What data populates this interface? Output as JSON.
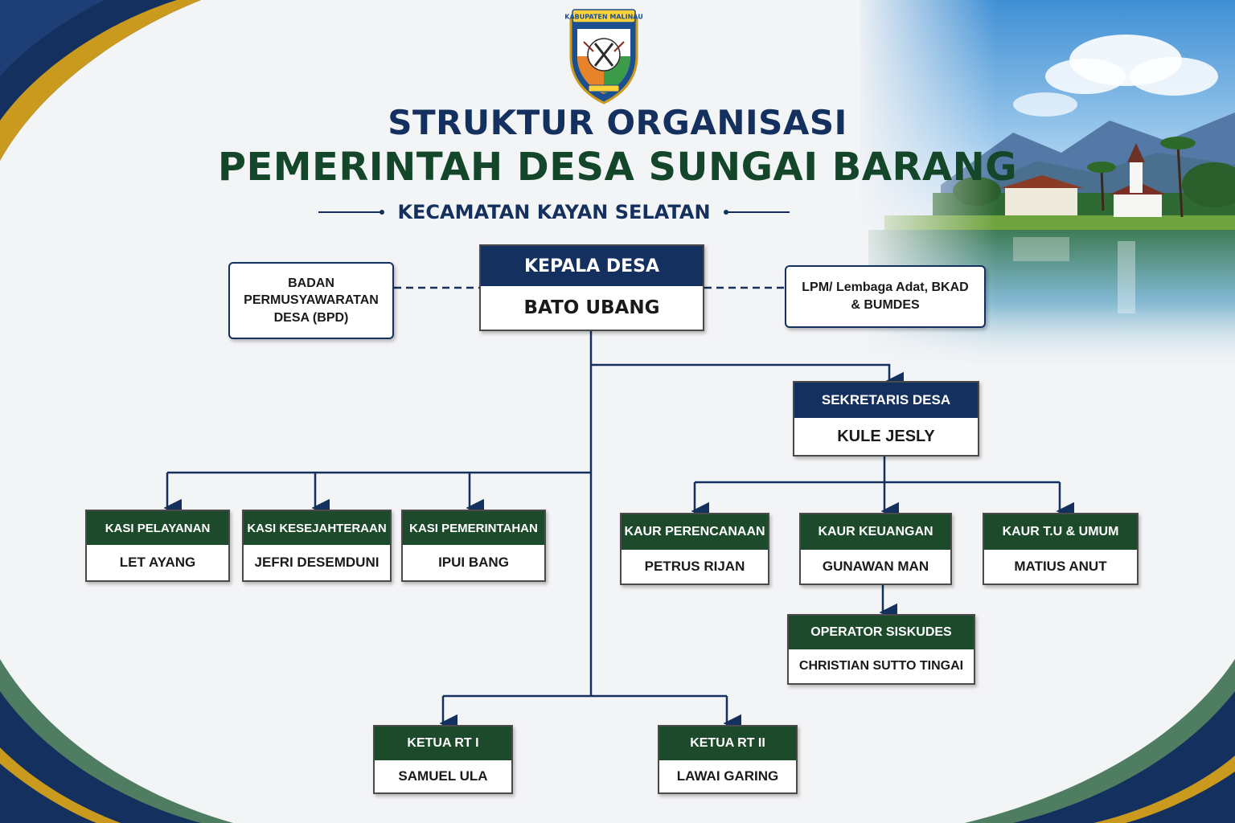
{
  "header": {
    "title_line1": "STRUKTUR ORGANISASI",
    "title_line2": "PEMERINTAH DESA SUNGAI BARANG",
    "subtitle": "KECAMATAN KAYAN SELATAN"
  },
  "logo": {
    "banner_text": "KABUPATEN MALINAU",
    "icon": "regency-coat-of-arms"
  },
  "colors": {
    "navy": "#14305e",
    "dark_green": "#1c4a2a",
    "gold": "#c99a1e"
  },
  "org": {
    "kepala": {
      "title": "KEPALA DESA",
      "name": "BATO UBANG"
    },
    "bpd": {
      "lines": [
        "BADAN",
        "PERMUSYAWARATAN",
        "DESA (BPD)"
      ]
    },
    "lpm": {
      "lines": [
        "LPM/ Lembaga Adat, BKAD",
        "& BUMDES"
      ]
    },
    "sekretaris": {
      "title": "SEKRETARIS DESA",
      "name": "KULE JESLY"
    },
    "kasi": [
      {
        "title": "KASI PELAYANAN",
        "name": "LET AYANG"
      },
      {
        "title": "KASI KESEJAHTERAAN",
        "name": "JEFRI DESEMDUNI"
      },
      {
        "title": "KASI PEMERINTAHAN",
        "name": "IPUI BANG"
      }
    ],
    "kaur": [
      {
        "title": "KAUR PERENCANAAN",
        "name": "PETRUS RIJAN"
      },
      {
        "title": "KAUR KEUANGAN",
        "name": "GUNAWAN MAN"
      },
      {
        "title": "KAUR T.U & UMUM",
        "name": "MATIUS ANUT"
      }
    ],
    "operator": {
      "title": "OPERATOR SISKUDES",
      "name": "CHRISTIAN SUTTO TINGAI"
    },
    "rt": [
      {
        "title": "KETUA RT I",
        "name": "SAMUEL ULA"
      },
      {
        "title": "KETUA RT II",
        "name": "LAWAI GARING"
      }
    ]
  }
}
